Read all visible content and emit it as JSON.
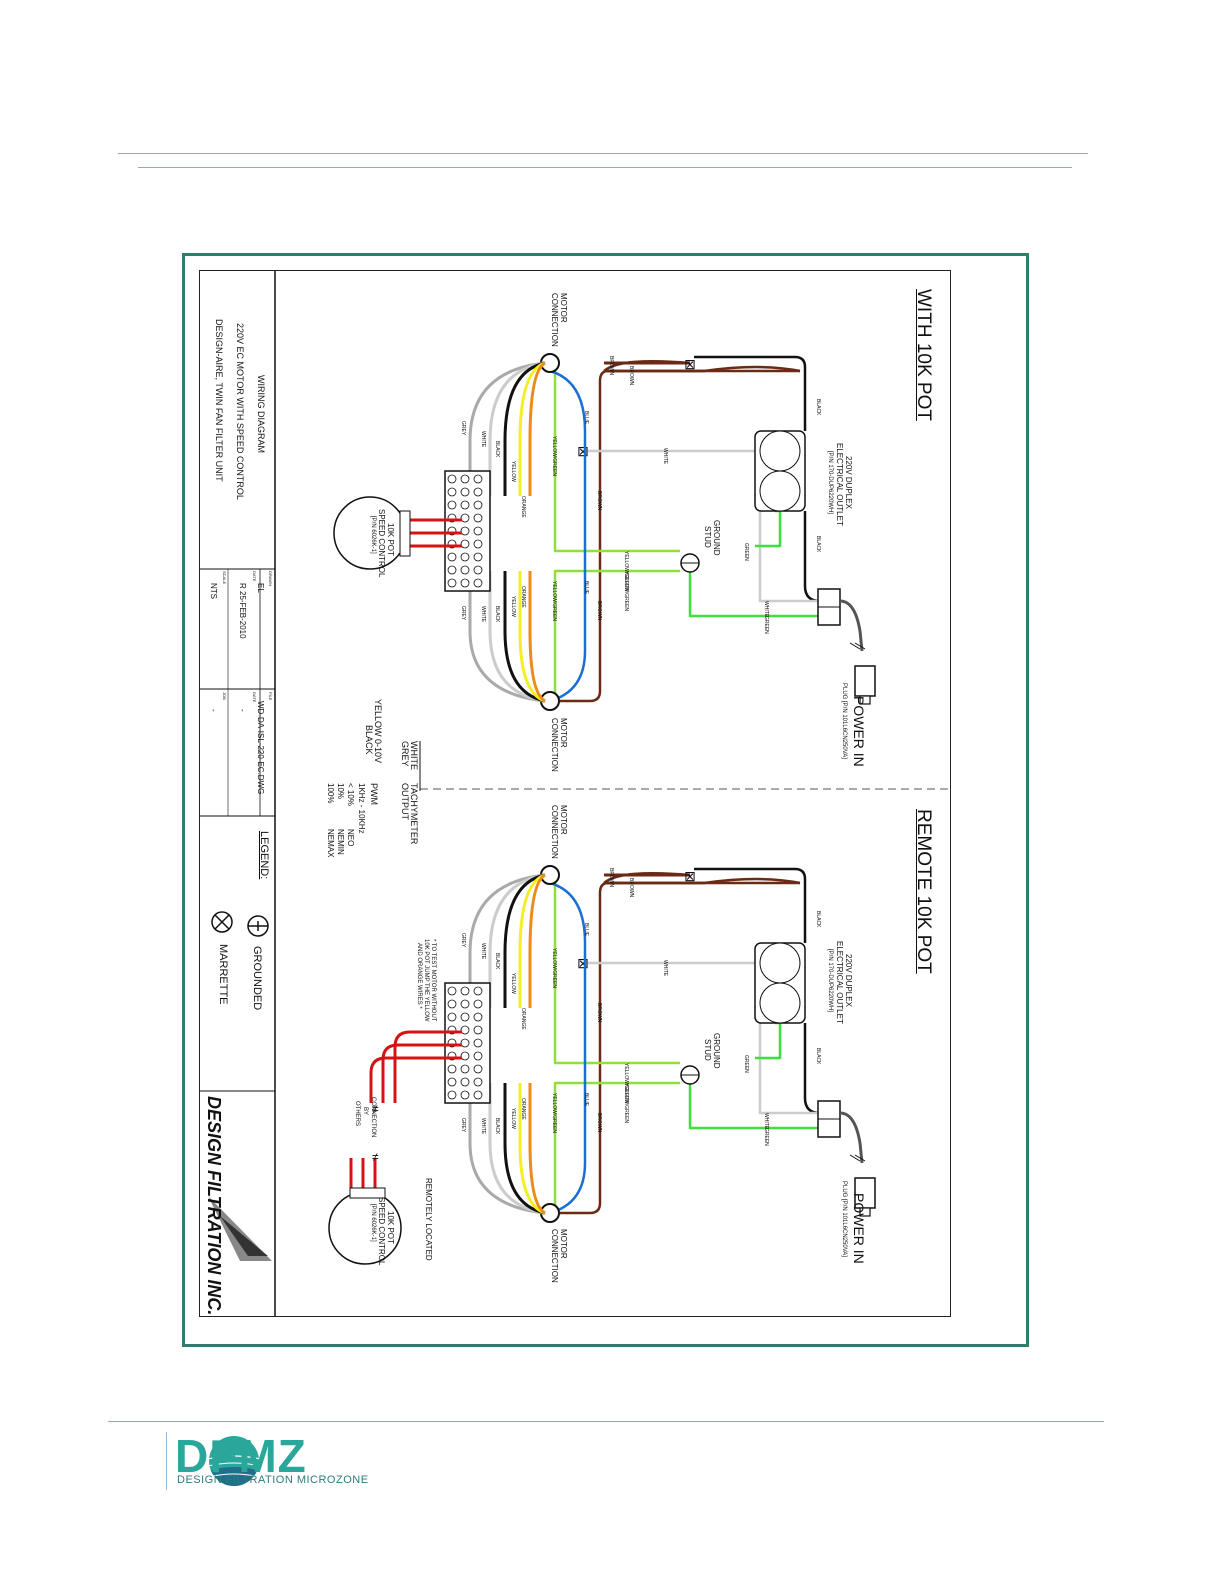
{
  "panels": [
    {
      "title": "WITH 10K POT",
      "power_in": "POWER IN",
      "plug": "PLUG [P/N 101L6CN250VA]",
      "outlet": "220V DUPLEX",
      "outlet2": "ELECTRICAL OUTLET",
      "outlet3": "[P/N 170-DUP6220WH]",
      "ground_stud": "GROUND",
      "ground_stud2": "STUD",
      "motor": "MOTOR",
      "motor2": "CONNECTION",
      "pot": "10K POT",
      "pot2": "SPEED CONTROL",
      "pot3": "[P/N 6026K-1]"
    },
    {
      "title": "REMOTE 10K POT",
      "power_in": "POWER IN",
      "plug": "PLUG [P/N 101L6CN250VA]",
      "outlet": "220V DUPLEX",
      "outlet2": "ELECTRICAL OUTLET",
      "outlet3": "[P/N 170-DUP6220WH]",
      "ground_stud": "GROUND",
      "ground_stud2": "STUD",
      "motor": "MOTOR",
      "motor2": "CONNECTION",
      "pot": "10K POT",
      "pot2": "SPEED CONTROL",
      "pot3": "[P/N 6026K-1]",
      "remote": "REMOTELY LOCATED",
      "by_others": "CONNECTION",
      "by_others2": "BY",
      "by_others3": "OTHERS",
      "note": "* TO TEST MOTOR WITHOUT",
      "note2": "10K POT JUMP THE YELLOW",
      "note3": "AND ORANGE WIRES *"
    }
  ],
  "wires": {
    "brown": "BROWN",
    "black": "BLACK",
    "white": "WHITE",
    "green": "GREEN",
    "blue": "BLUE",
    "yellow_green": "YELLOW/GREEN",
    "yellow": "YELLOW",
    "orange": "ORANGE",
    "grey": "GREY"
  },
  "colors": {
    "brown": "#6b2a14",
    "black": "#111111",
    "white": "#cccccc",
    "green": "#3ee03e",
    "blue": "#1a6fd6",
    "yellow_green": "#8fe03a",
    "yellow": "#f5ee20",
    "orange": "#ee8a18",
    "grey": "#aaaaaa",
    "red": "#d41414",
    "accent": "#2e7d6f"
  },
  "key": {
    "white": "WHITE",
    "grey": "GREY",
    "tacho": "TACHYMETER",
    "output": "OUTPUT",
    "yellow": "YELLOW 0-10V",
    "black": "BLACK",
    "pwm": "PWM",
    "pwm_freq": "1KHz - 10KHz",
    "r1a": "< 10%",
    "r1b": "NEO",
    "r2a": "10%",
    "r2b": "NEMIN",
    "r3a": "100%",
    "r3b": "NEMAX"
  },
  "title_block": {
    "t1": "WIRING DIAGRAM",
    "t2": "220V EC MOTOR WITH SPEED CONTROL",
    "t3": "DESIGN-AIRE, TWIN FAN FILTER UNIT",
    "drawn_lbl": "DRAWN",
    "drawn": "EL",
    "date_lbl": "DATE",
    "date": "R 25-FEB-2010",
    "scale_lbl": "SCALE",
    "scale": "NTS",
    "file_lbl": "FILE",
    "file": "WD-DA-ISL-220-EC.DWG",
    "rev_lbl": "DATE",
    "rev": "-",
    "job_lbl": "JOB",
    "job": "-"
  },
  "legend": {
    "title": "LEGEND:",
    "grounded": "GROUNDED",
    "marrette": "MARRETTE"
  },
  "company": "DESIGN FILTRATION INC.",
  "footer": {
    "logo": "DFMZ",
    "tagline": "DESIGN FILTRATION MICROZONE"
  }
}
